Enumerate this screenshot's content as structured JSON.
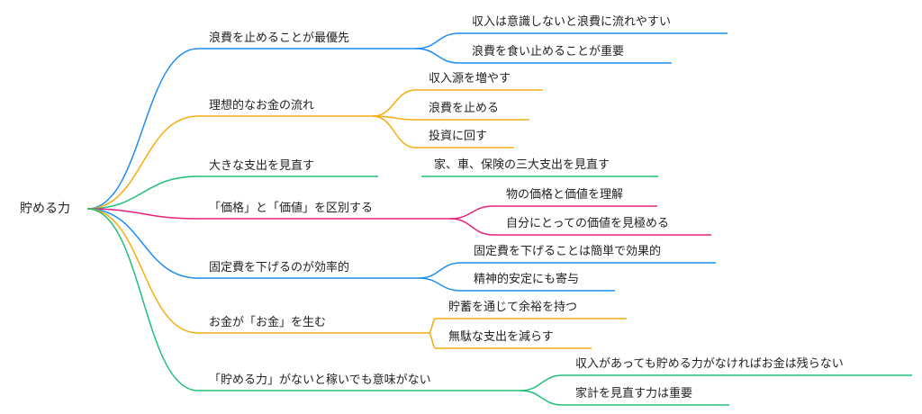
{
  "root": "貯める力",
  "colors": {
    "blue": "#1f8ef1",
    "orange": "#f5ac10",
    "green": "#21c07a",
    "pink": "#e8217b"
  },
  "branches": [
    {
      "label": "浪費を止めることが最優先",
      "color": "#1f8ef1",
      "children": [
        "収入は意識しないと浪費に流れやすい",
        "浪費を食い止めることが重要"
      ]
    },
    {
      "label": "理想的なお金の流れ",
      "color": "#f5ac10",
      "children": [
        "収入源を増やす",
        "浪費を止める",
        "投資に回す"
      ]
    },
    {
      "label": "大きな支出を見直す",
      "color": "#21c07a",
      "children": [
        "家、車、保険の三大支出を見直す"
      ]
    },
    {
      "label": "「価格」と「価値」を区別する",
      "color": "#e8217b",
      "children": [
        "物の価格と価値を理解",
        "自分にとっての価値を見極める"
      ]
    },
    {
      "label": "固定費を下げるのが効率的",
      "color": "#1f8ef1",
      "children": [
        "固定費を下げることは簡単で効果的",
        "精神的安定にも寄与"
      ]
    },
    {
      "label": "お金が「お金」を生む",
      "color": "#f5ac10",
      "children": [
        "貯蓄を通じて余裕を持つ",
        "無駄な支出を減らす"
      ]
    },
    {
      "label": "「貯める力」がないと稼いでも意味がない",
      "color": "#21c07a",
      "children": [
        "収入があっても貯める力がなければお金は残らない",
        "家計を見直す力は重要"
      ]
    }
  ]
}
